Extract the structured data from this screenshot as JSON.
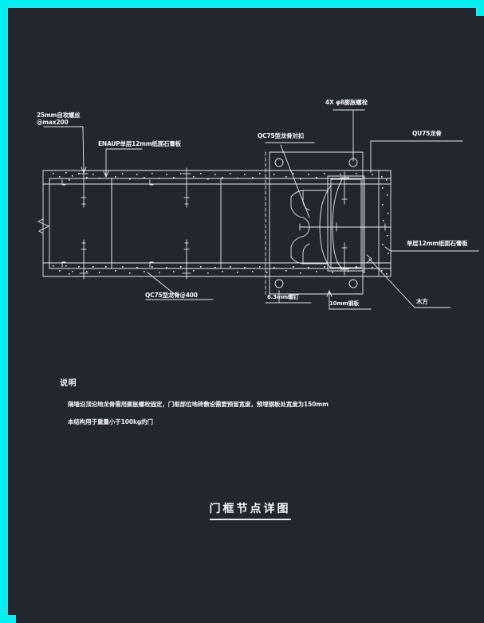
{
  "drawing": {
    "domain": "cad-detail-drawing",
    "background_color": "#22262e",
    "border_color": "#16e8ec",
    "line_color": "#e8eaee",
    "title": "门框节点详图"
  },
  "callouts": {
    "self_tapping_screw": {
      "line1": "25mm自攻螺丝",
      "line2": "@max200"
    },
    "gypsum_board_left": "ENAUP单层12mm纸面石膏板",
    "keel_butt": "QC75型龙骨对扣",
    "expansion_bolt": "4X φ8膨胀螺栓",
    "qu75_keel": "QU75龙骨",
    "gypsum_board_right": "单层12mm纸面石膏板",
    "qc75_keel_spacing": "QC75型龙骨@400",
    "screw_6_3": "6.3mm螺钉",
    "steel_plate": "10mm钢板",
    "wood_block": "木方"
  },
  "notes": {
    "heading": "说明",
    "line1": "隔墙沿顶沿地龙骨需用膨胀螺栓固定，门框部位地砖敷设需要预留宽度，预埋钢板处宽度为150mm",
    "line2": "本结构用于重量小于100kg的门"
  }
}
